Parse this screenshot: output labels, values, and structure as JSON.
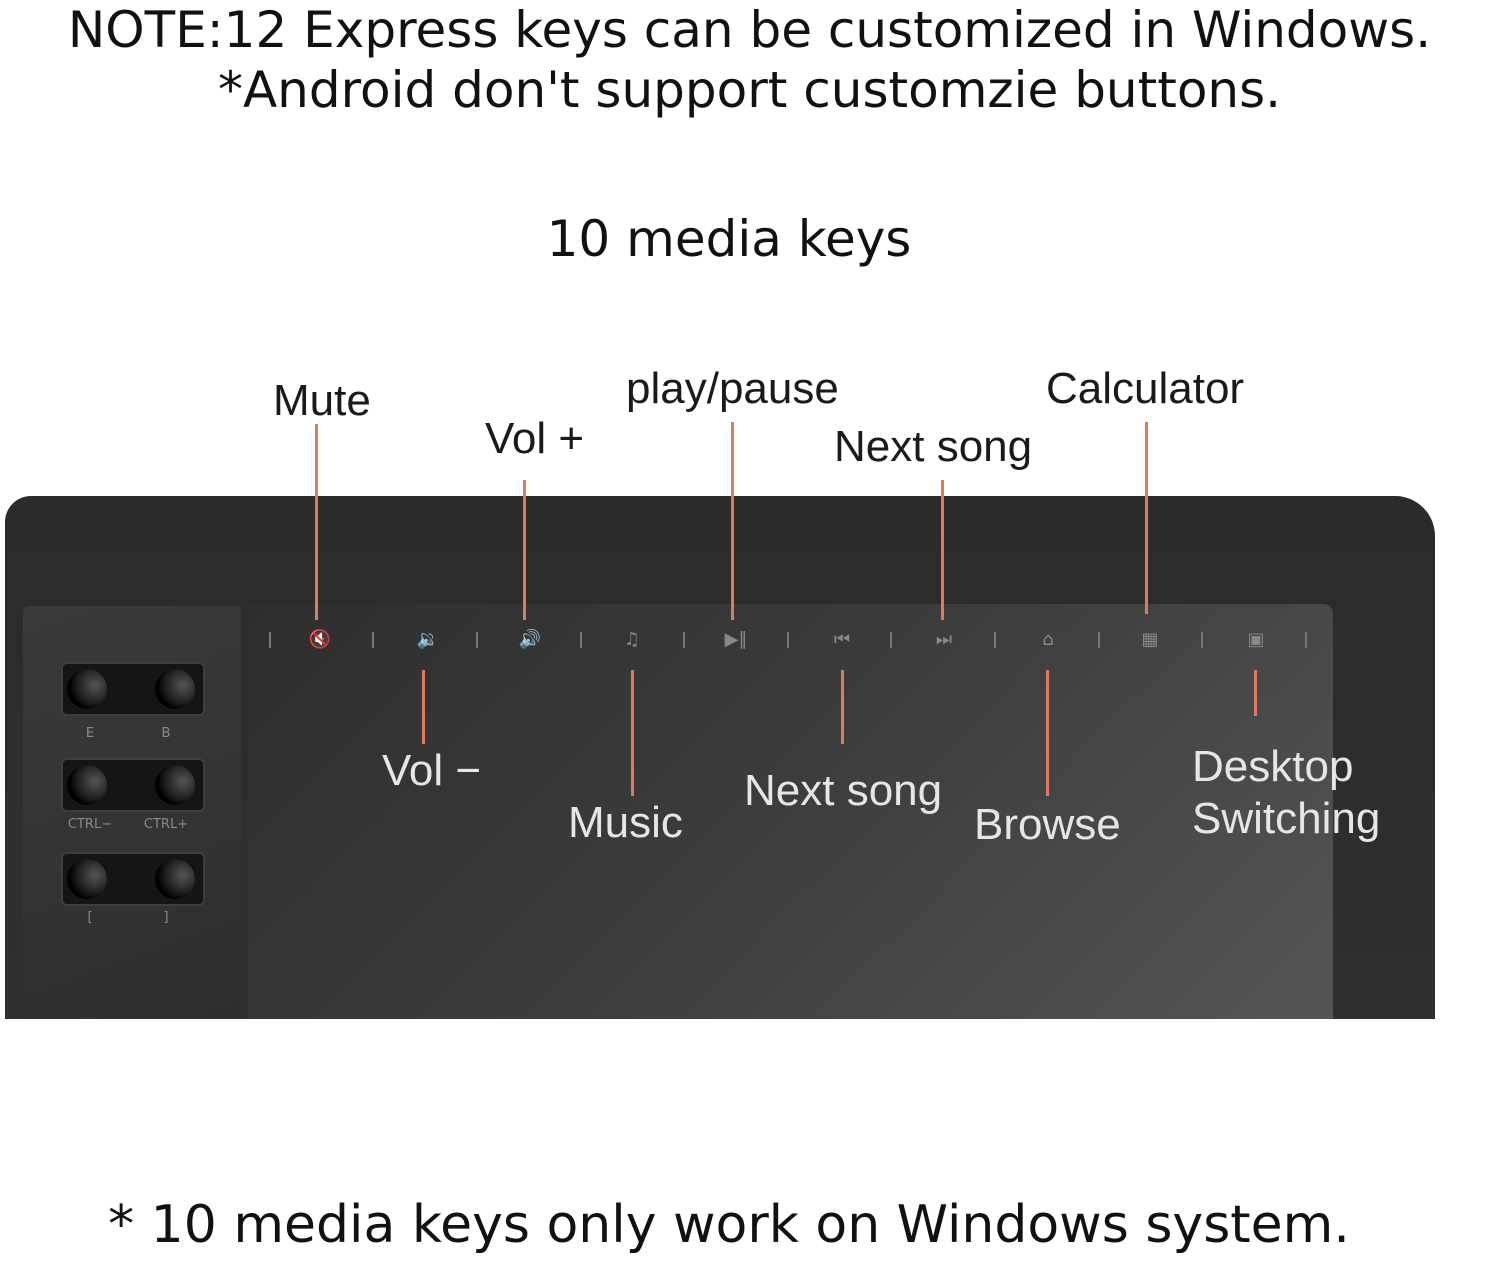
{
  "notes": {
    "line1": "NOTE:12 Express keys can be customized in Windows.",
    "line2": "*Android don't support customzie buttons."
  },
  "heading": "10 media keys",
  "footer": "* 10 media keys only work on Windows system.",
  "express_keys": {
    "group1": [
      "E",
      "B"
    ],
    "group2": [
      "CTRL−",
      "CTRL+"
    ],
    "group3": [
      "[",
      "]"
    ]
  },
  "callouts_top": {
    "mute": "Mute",
    "vol_plus": "Vol +",
    "play_pause": "play/pause",
    "next_song": "Next song",
    "calculator": "Calculator"
  },
  "callouts_bottom": {
    "vol_minus": "Vol −",
    "music": "Music",
    "prev_song": "Next song",
    "browse": "Browse",
    "desktop": "Desktop",
    "switching": "Switching"
  },
  "media_icons": [
    "mute-icon",
    "volume-down-icon",
    "volume-up-icon",
    "music-icon",
    "play-pause-icon",
    "previous-track-icon",
    "next-track-icon",
    "home-icon",
    "calculator-icon",
    "desktop-icon"
  ],
  "colors": {
    "leader_line": "#e07a5f",
    "tablet_body": "#2b2b2b"
  }
}
